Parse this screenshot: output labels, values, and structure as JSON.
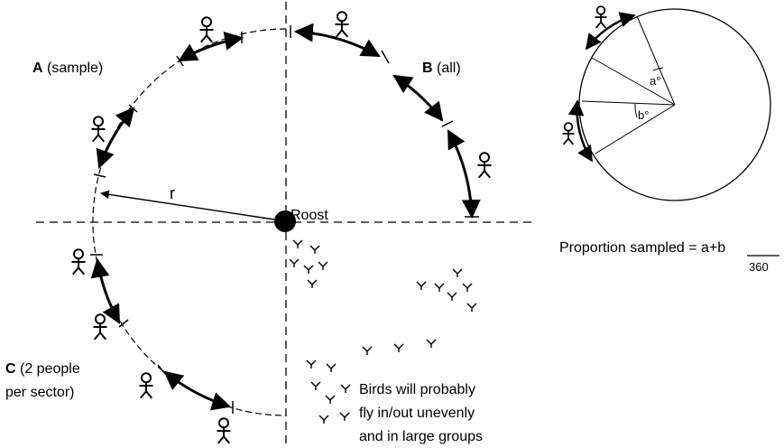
{
  "sections": {
    "a": {
      "letter": "A",
      "text": " (sample)"
    },
    "b": {
      "letter": "B",
      "text": " (all)"
    },
    "c": {
      "letter": "C",
      "text": " (2 people",
      "text2": "per sector)"
    }
  },
  "roost_label": "Roost",
  "radius_label": "r",
  "birds_note": [
    "Birds will probably",
    "fly in/out unevenly",
    "and in large groups"
  ],
  "inset": {
    "angle_a": "a°",
    "angle_b": "b°",
    "formula_prefix": "Proportion sampled = ",
    "numerator": "a+b",
    "denominator": "360"
  },
  "colors": {
    "ink": "#000000",
    "background": "#ffffff"
  },
  "icons": [
    "person-icon",
    "bird-icon",
    "arrow-icon"
  ]
}
